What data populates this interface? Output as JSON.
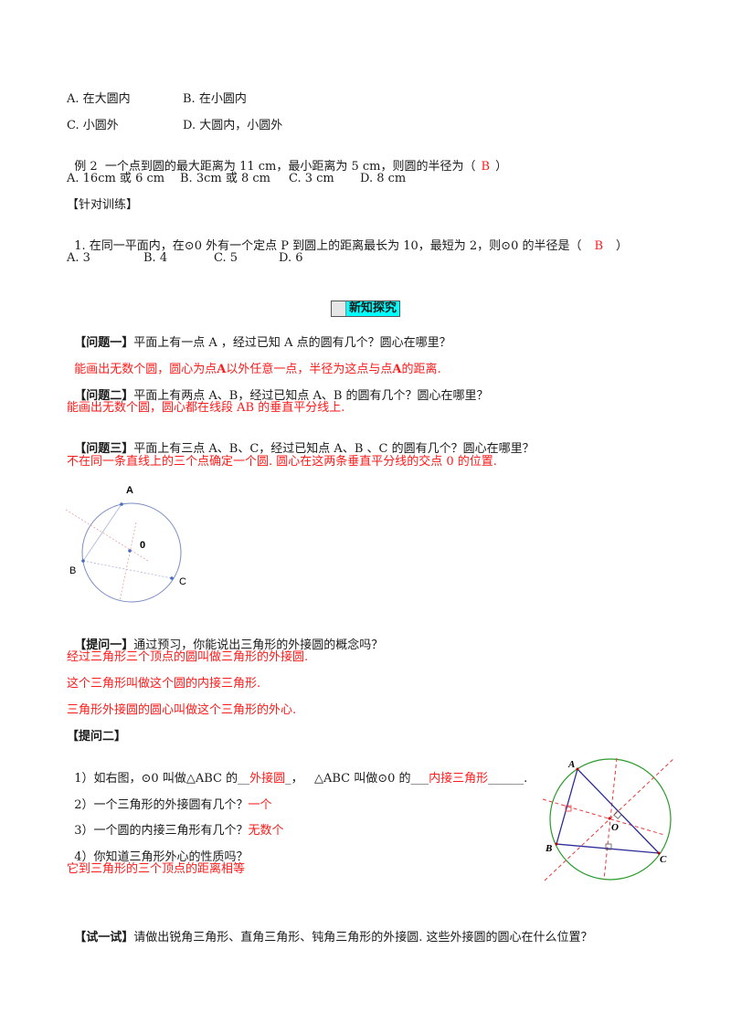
{
  "example1_options": {
    "a": "A. 在大圆内",
    "b": "B. 在小圆内",
    "c": "C. 小圆外",
    "d": "D. 大圆内，小圆外"
  },
  "example2": {
    "question_prefix": "例 2  一个点到圆的最大距离为 11 cm，最小距离为 5 cm，则圆的半径为（",
    "answer": "B",
    "question_suffix": "）",
    "options": [
      "A. 16cm 或 6 cm",
      "B. 3cm 或 8 cm",
      "C. 3 cm",
      "D. 8 cm"
    ]
  },
  "practice": {
    "heading": "【针对训练】",
    "q1_prefix": "1. 在同一平面内，在⊙0 外有一个定点 P 到圆上的距离最长为 10，最短为 2，则⊙0 的半径是（",
    "q1_answer": "B",
    "q1_suffix": "）",
    "options": [
      "A. 3",
      "B. 4",
      "C. 5",
      "D. 6"
    ]
  },
  "section_title": "新知探究",
  "questions": [
    {
      "label": "【问题一】",
      "text": "平面上有一点 A ，经过已知 A 点的圆有几个？圆心在哪里？",
      "answer_parts": [
        "能画出无数个圆，圆心为点",
        "A",
        "以外任意一点，半径为这点与点",
        "A",
        "的距离."
      ]
    },
    {
      "label": "【问题二】",
      "text": "平面上有两点 A、B，经过已知点 A、B 的圆有几个？圆心在哪里？",
      "answer": "能画出无数个圆，圆心都在线段 AB 的垂直平分线上."
    },
    {
      "label": "【问题三】",
      "text": "平面上有三点 A、B、C，经过已知点 A、B 、C 的圆有几个？圆心在哪里？",
      "answer": "不在同一条直线上的三个点确定一个圆. 圆心在这两条垂直平分线的交点 0 的位置."
    }
  ],
  "figure1": {
    "labels": {
      "a": "A",
      "b": "B",
      "c": "C",
      "o": "0"
    }
  },
  "ask1": {
    "label": "【提问一】",
    "text": "通过预习，你能说出三角形的外接圆的概念吗？",
    "answers": [
      "经过三角形三个顶点的圆叫做三角形的外接圆.",
      "这个三角形叫做这个圆的内接三角形.",
      "三角形外接圆的圆心叫做这个三角形的外心."
    ]
  },
  "ask2": {
    "label": "【提问二】",
    "items": [
      {
        "parts": [
          "1）如右图，⊙0 叫做△ABC 的__",
          "外接圆",
          "_，   △ABC 叫做⊙0 的___",
          "内接三角形",
          "______."
        ]
      },
      {
        "question": "2）一个三角形的外接圆有几个？",
        "answer": "一个"
      },
      {
        "question": "3）一个圆的内接三角形有几个？",
        "answer": "无数个"
      },
      {
        "question": "4）你知道三角形外心的性质吗？",
        "answer": ""
      }
    ],
    "final_answer": "它到三角形的三个顶点的距离相等"
  },
  "figure2": {
    "labels": {
      "a": "A",
      "b": "B",
      "c": "C",
      "o": "O"
    }
  },
  "try_it": {
    "label": "【试一试】",
    "text": "请做出锐角三角形、直角三角形、钝角三角形的外接圆. 这些外接圆的圆心在什么位置？"
  },
  "colors": {
    "answer_red": "#ff1a1a",
    "highlight_cyan": "#00ffff",
    "circle_green": "#2a9a2a",
    "triangle_blue": "#2b2b9a"
  }
}
